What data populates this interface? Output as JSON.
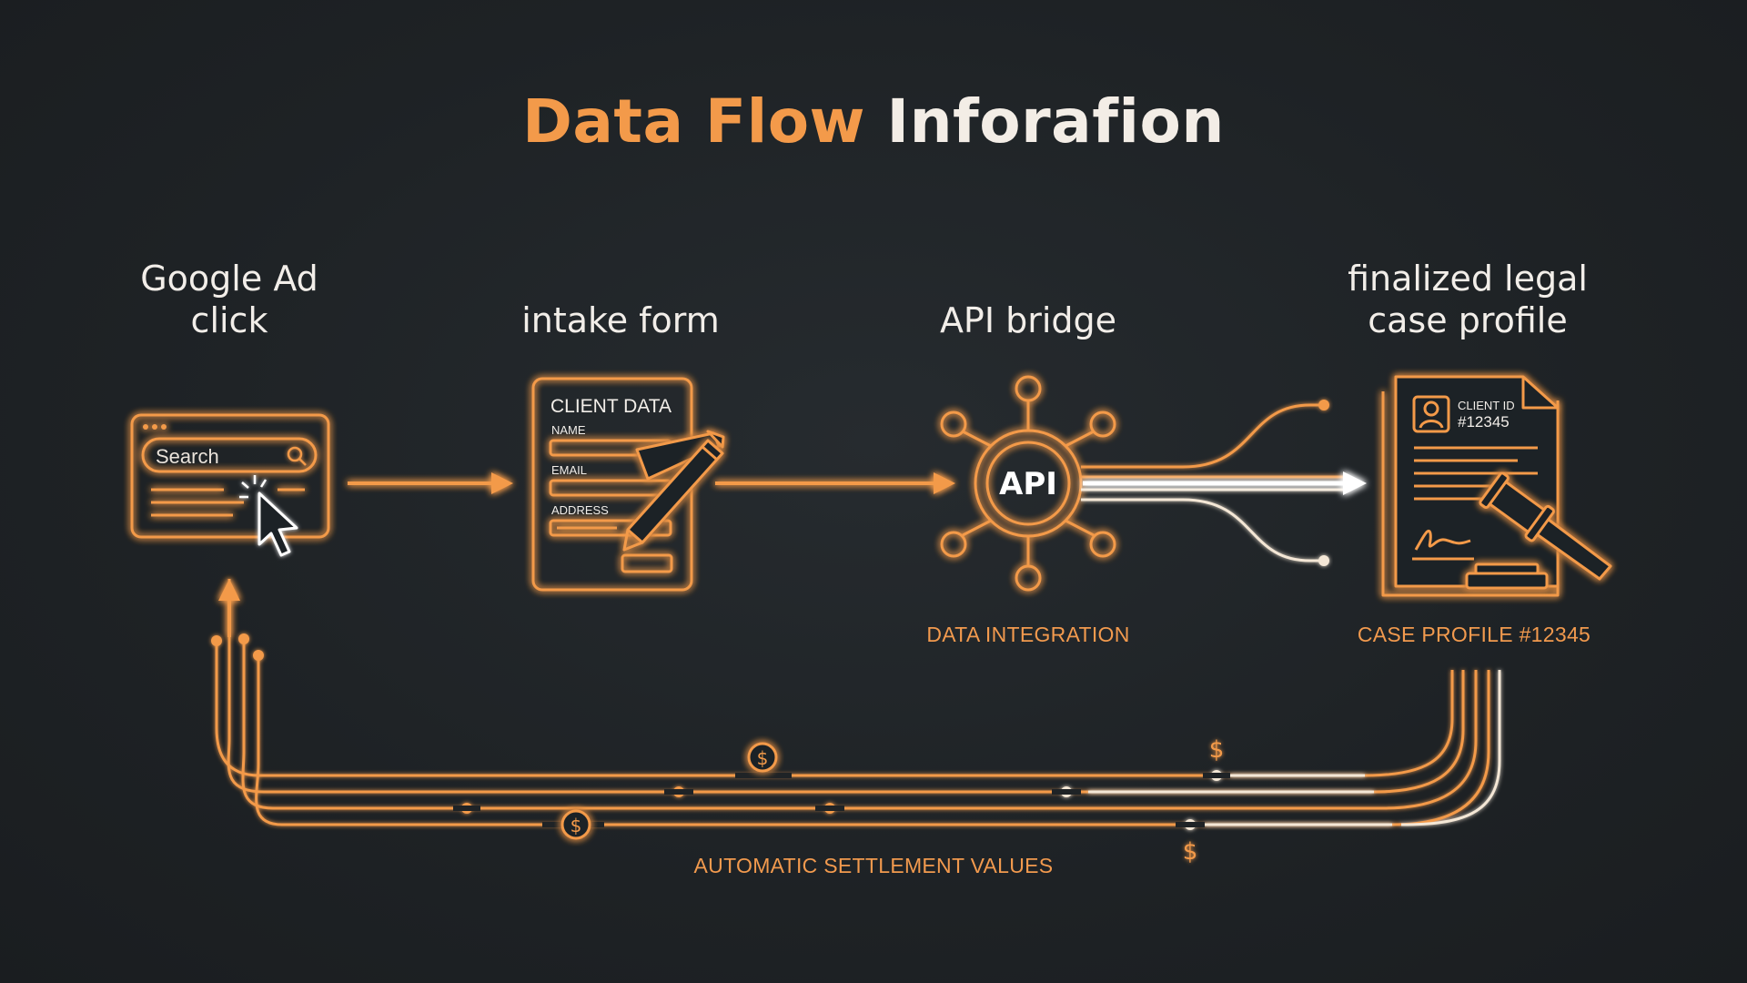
{
  "title": {
    "accent": "Data Flow",
    "rest": "Inforafion"
  },
  "steps": [
    {
      "label_line1": "Google Ad",
      "label_line2": "click"
    },
    {
      "label_line1": "intake form",
      "label_line2": ""
    },
    {
      "label_line1": "API bridge",
      "label_line2": ""
    },
    {
      "label_line1": "finalized legal",
      "label_line2": "case profile"
    }
  ],
  "search_box": {
    "placeholder": "Search"
  },
  "form": {
    "heading": "CLIENT DATA",
    "fields": [
      "NAME",
      "EMAIL",
      "ADDRESS"
    ]
  },
  "api": {
    "hub_label": "API",
    "caption": "DATA INTEGRATION"
  },
  "case_profile": {
    "client_id_label": "CLIENT ID",
    "client_id_value": "#12345",
    "caption": "CASE PROFILE #12345"
  },
  "feedback": {
    "caption": "AUTOMATIC SETTLEMENT VALUES",
    "currency_symbol": "$"
  },
  "colors": {
    "accent": "#f39a4a",
    "glow": "#ff8a2a",
    "text": "#f2eee9",
    "background": "#1f2326"
  }
}
